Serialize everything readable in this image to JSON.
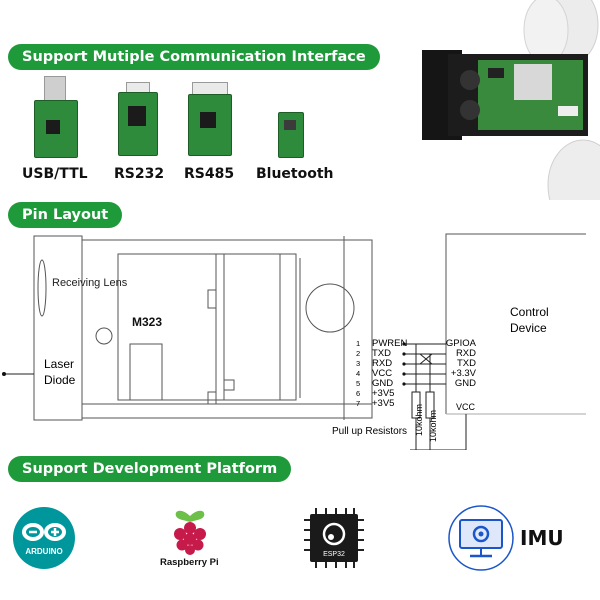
{
  "sections": {
    "communication": "Support Mutiple Communication Interface",
    "pin_layout": "Pin Layout",
    "development": "Support Development Platform"
  },
  "interfaces": [
    "USB/TTL",
    "RS232",
    "RS485",
    "Bluetooth"
  ],
  "module": {
    "name": "M323",
    "receiving_lens": "Receiving Lens",
    "laser_line1": "Laser",
    "laser_line2": "Diode"
  },
  "control_device": {
    "line1": "Control",
    "line2": "Device"
  },
  "pins": [
    {
      "num": "1",
      "name": "PWREN",
      "target": "GPIOA"
    },
    {
      "num": "2",
      "name": "TXD",
      "target": "RXD"
    },
    {
      "num": "3",
      "name": "RXD",
      "target": "TXD"
    },
    {
      "num": "4",
      "name": "VCC",
      "target": "+3.3V"
    },
    {
      "num": "5",
      "name": "GND",
      "target": "GND"
    },
    {
      "num": "6",
      "name": "+3V5",
      "target": ""
    },
    {
      "num": "7",
      "name": "+3V5",
      "target": ""
    }
  ],
  "vcc_label": "VCC",
  "resistor_label": "10kohm",
  "pullup_label": "Pull up Resistors",
  "platforms": {
    "arduino": "ARDUINO",
    "raspberry": "Raspberry Pi",
    "esp32": "ESP32",
    "imu": "IMU"
  },
  "colors": {
    "pill_green": "#1f9a3b",
    "pcb_green": "#2e8b3c",
    "arduino_teal": "#00979c",
    "raspberry_red": "#c51a4a",
    "imu_blue": "#1a56c9"
  }
}
